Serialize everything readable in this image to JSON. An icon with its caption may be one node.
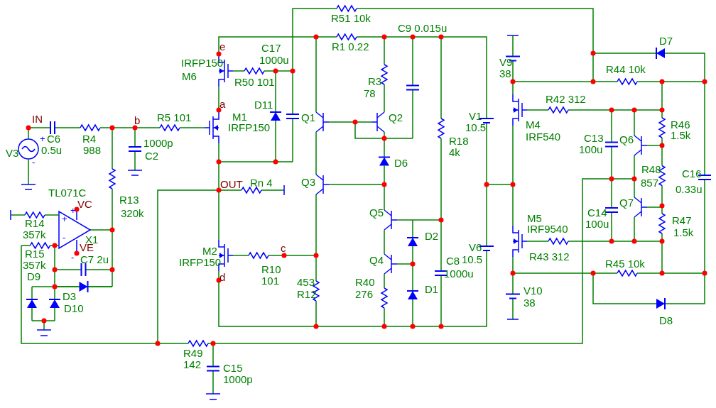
{
  "diagram": {
    "labels": [
      "R51 10k",
      "C9 0.015u",
      "R1 0.22",
      "D7",
      "e",
      "C17",
      "V9",
      "1000u",
      "IRFP150",
      "R44 10k",
      "M6",
      "R50 101",
      "R3",
      "38",
      "78",
      "R42 312",
      "D11",
      "a",
      "M1",
      "Q1",
      "Q2",
      "V1",
      "IN",
      "R5 101",
      "b",
      "R46",
      "M4",
      "IRFP150",
      "10.5",
      "1.5k",
      "C13",
      "Q6",
      "IRF540",
      "C6",
      "R4",
      "R18",
      "+",
      "1000p",
      "0.5u",
      "988",
      "V3",
      "100u",
      "4k",
      "C2",
      "D6",
      "-",
      "R48",
      "C16",
      "OUT",
      "Rn 4",
      "Q3",
      "857",
      "0.33u",
      "TL071C",
      "R13",
      "VC",
      "+",
      "Q7",
      "C14",
      "R14",
      "+",
      "Q5",
      "320k",
      "M5",
      "R47",
      "100u",
      "IRF9540",
      "357k",
      "1.5k",
      "D2",
      "X1",
      "-",
      "VE",
      "M2",
      "R15",
      "c",
      "-",
      "R43 312",
      "C7 2u",
      "V6",
      "C8",
      "IRFP150",
      "Q4",
      "R45 10k",
      "357k",
      "10.5",
      "1000u",
      "R10",
      "d",
      "D9",
      "101",
      "R40",
      "453",
      "D3",
      "D1",
      "V10",
      "R12",
      "D10",
      "38",
      "276",
      "D8",
      "R49",
      "142",
      "C15",
      "1000p"
    ]
  }
}
